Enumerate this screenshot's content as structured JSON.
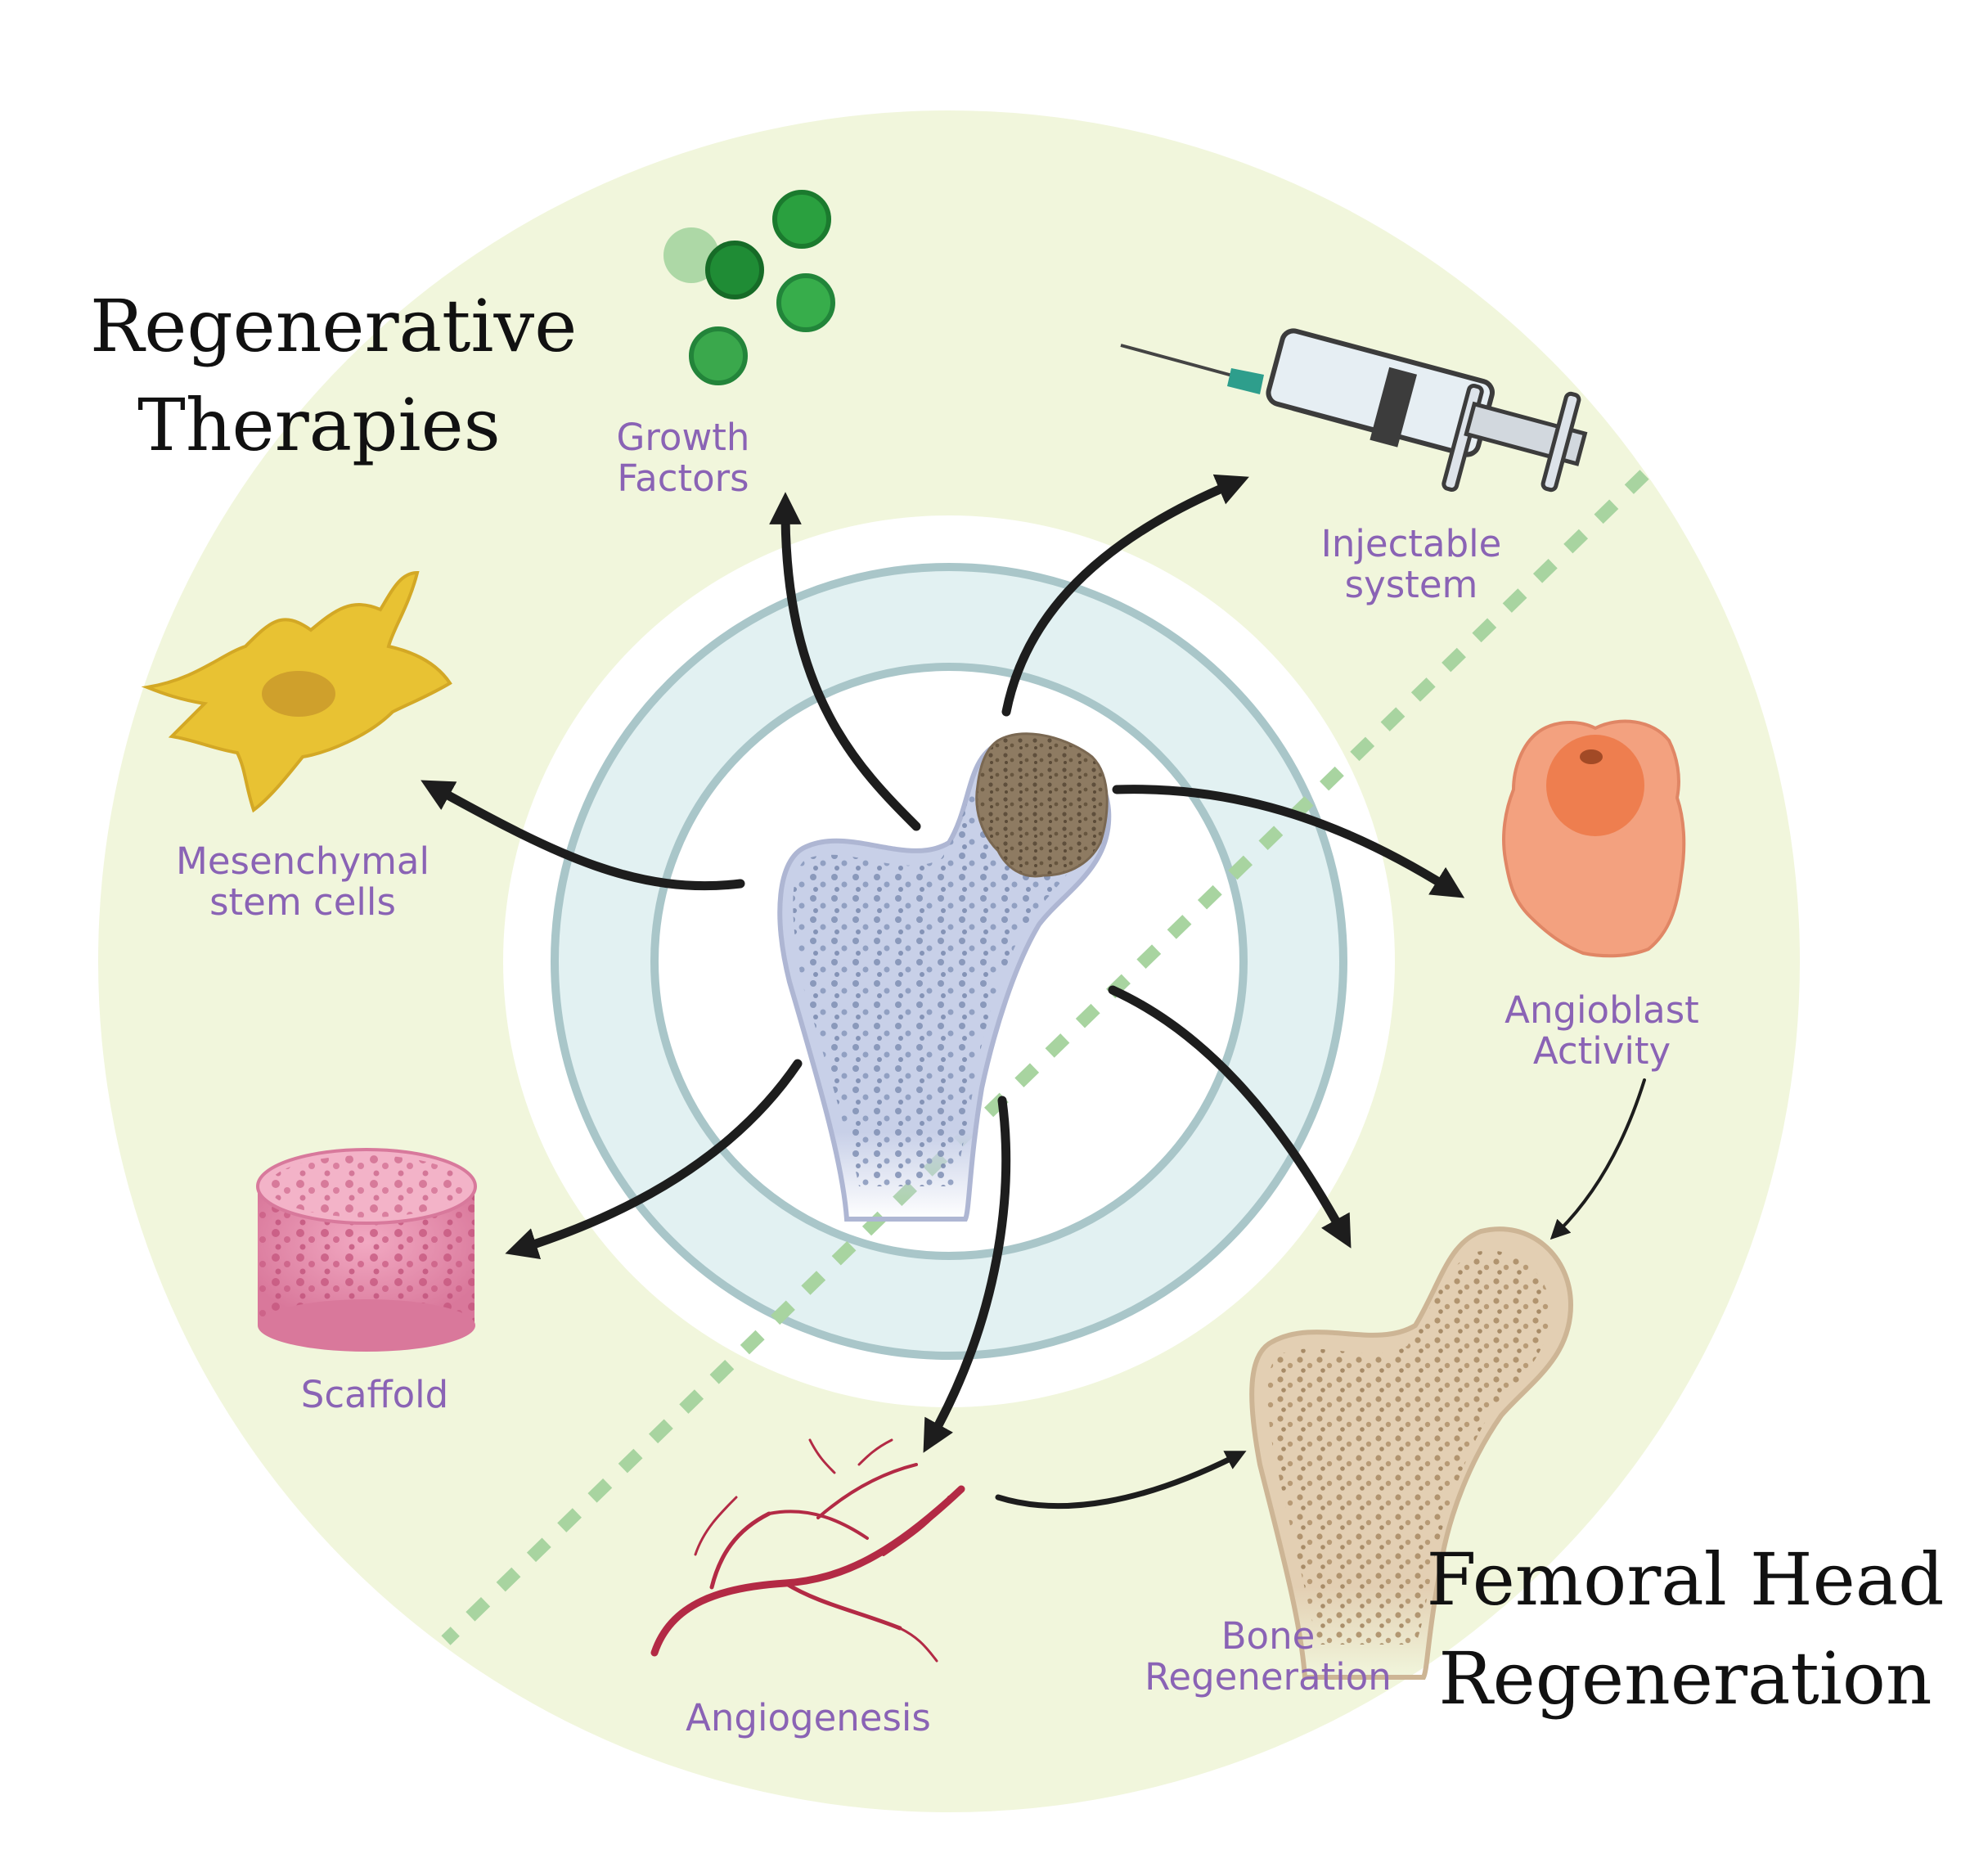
{
  "titles": {
    "left": [
      "Regenerative",
      "Therapies"
    ],
    "right": [
      "Femoral Head",
      "Regeneration"
    ]
  },
  "labels": {
    "growth_factors": [
      "Growth",
      "Factors"
    ],
    "injectable_system": [
      "Injectable",
      "system"
    ],
    "mesenchymal_stem_cells": [
      "Mesenchymal",
      "stem cells"
    ],
    "angioblast_activity": [
      "Angioblast",
      "Activity"
    ],
    "scaffold": [
      "Scaffold"
    ],
    "angiogenesis": [
      "Angiogenesis"
    ],
    "bone_regeneration": [
      "Bone",
      "Regeneration"
    ]
  },
  "colors": {
    "outer_ring": "#f1f6dc",
    "inner_ring": "#e2f1f2",
    "ring_stroke": "#9fbfc4",
    "divider": "#a8d4a0",
    "label": "#8a63b5",
    "arrow": "#1d1d1d",
    "growth_factor": "#2ea043",
    "stem_cell": "#e8c233",
    "angioblast": "#f19d78",
    "scaffold": "#e28aa9",
    "vessel": "#b32a45",
    "bone_blue": "#c7cfe6",
    "bone_tan": "#dfcab0"
  }
}
